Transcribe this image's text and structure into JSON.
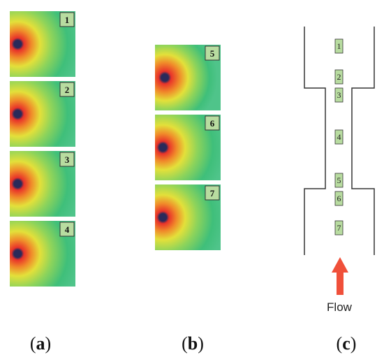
{
  "panels": {
    "a": {
      "caption": "a",
      "images": [
        {
          "label": "1"
        },
        {
          "label": "2"
        },
        {
          "label": "3"
        },
        {
          "label": "4"
        }
      ]
    },
    "b": {
      "caption": "b",
      "images": [
        {
          "label": "5"
        },
        {
          "label": "6"
        },
        {
          "label": "7"
        }
      ]
    },
    "c": {
      "caption": "c",
      "positions": [
        {
          "label": "1"
        },
        {
          "label": "2"
        },
        {
          "label": "3"
        },
        {
          "label": "4"
        },
        {
          "label": "5"
        },
        {
          "label": "6"
        },
        {
          "label": "7"
        }
      ],
      "flow_label": "Flow"
    }
  },
  "colors": {
    "field_green": "#3fbf7a",
    "field_yellow": "#e3e03a",
    "field_orange": "#f08a2a",
    "field_red": "#e8322a",
    "core": "#2a2a5a",
    "tag_fill": "#b8dca0",
    "arrow": "#f0503a",
    "outline": "#333333"
  }
}
